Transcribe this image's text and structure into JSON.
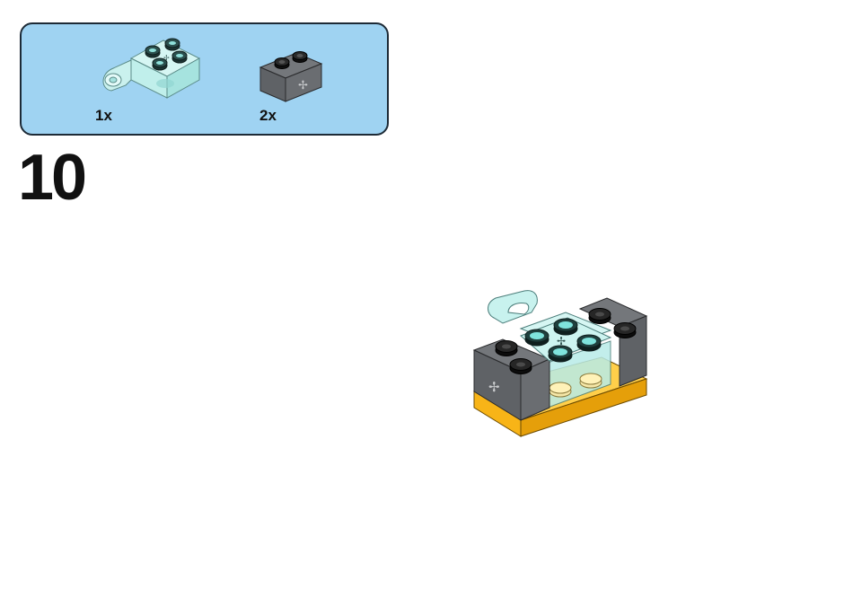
{
  "step": {
    "number": "10"
  },
  "parts_list": {
    "items": [
      {
        "quantity": "1x",
        "icon": "transparent-light-blue-brick-with-ball-socket-icon"
      },
      {
        "quantity": "2x",
        "icon": "dark-gray-brick-with-axle-hole-icon"
      }
    ]
  },
  "colors": {
    "panel_bg": "#9fd3f2",
    "trans_light_blue": "#bdeeed",
    "dark_gray": "#5f6266",
    "orange": "#f8b417",
    "stud_black": "#1d1d1d"
  }
}
